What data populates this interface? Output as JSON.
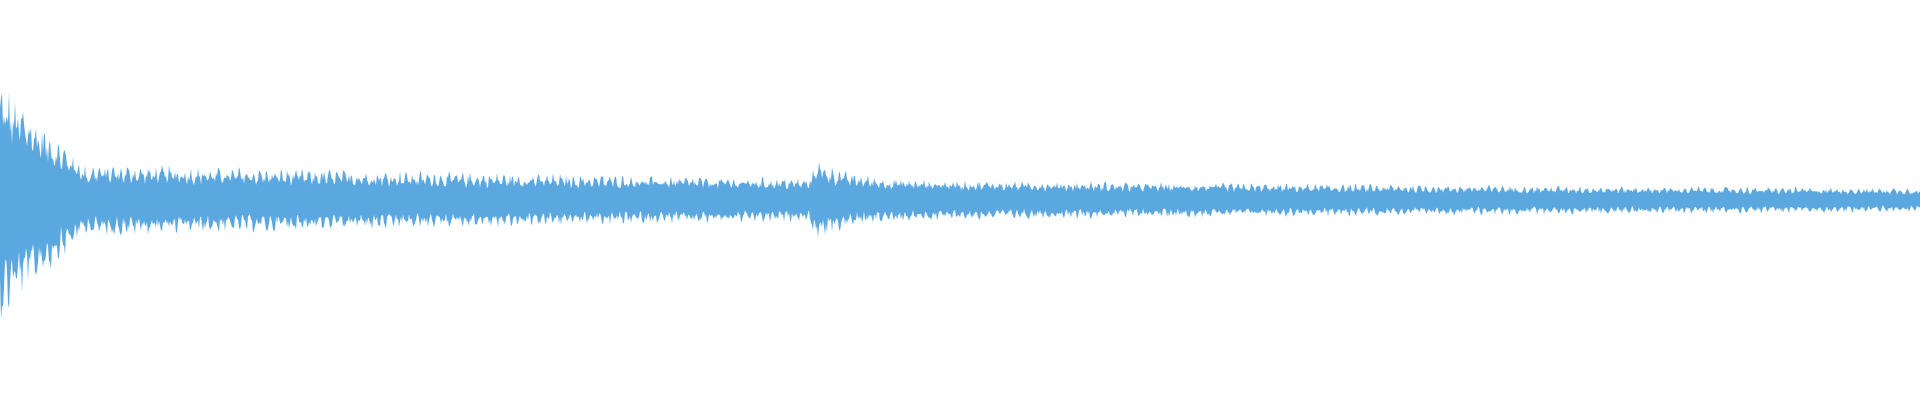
{
  "waveform": {
    "color": "#5ba8e0",
    "background": "#ffffff",
    "description_note": "",
    "envelope": {
      "attack_peak": 1.0,
      "sustain_level_first_half": 0.18,
      "second_onset_position": 0.424,
      "second_onset_peak": 0.32,
      "sustain_level_end": 0.06
    }
  }
}
